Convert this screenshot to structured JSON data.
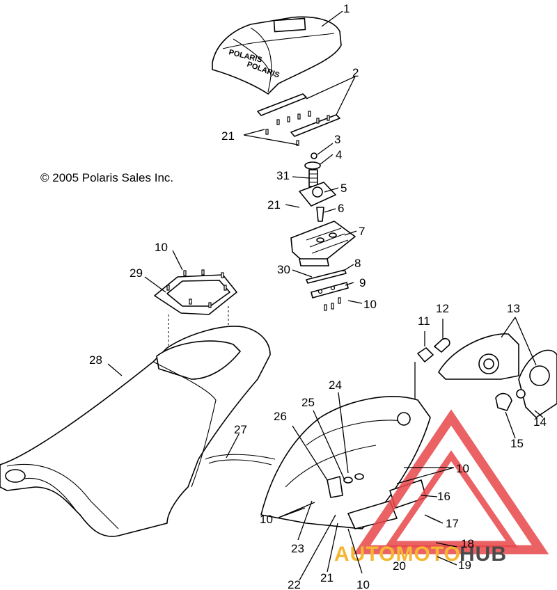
{
  "copyright": "© 2005 Polaris Sales Inc.",
  "cover_brand_text": "POLARIS",
  "watermark": {
    "part1": "AUTOMOTO",
    "part2": "HUB",
    "color_accent": "#f5b631",
    "color_dark": "#4a4a4a",
    "color_triangle": "#e8474a"
  },
  "callouts": [
    {
      "id": "c1",
      "label": "1"
    },
    {
      "id": "c2",
      "label": "2"
    },
    {
      "id": "c21a",
      "label": "21"
    },
    {
      "id": "c3",
      "label": "3"
    },
    {
      "id": "c4",
      "label": "4"
    },
    {
      "id": "c31",
      "label": "31"
    },
    {
      "id": "c5",
      "label": "5"
    },
    {
      "id": "c21b",
      "label": "21"
    },
    {
      "id": "c6",
      "label": "6"
    },
    {
      "id": "c7",
      "label": "7"
    },
    {
      "id": "c30",
      "label": "30"
    },
    {
      "id": "c8",
      "label": "8"
    },
    {
      "id": "c9",
      "label": "9"
    },
    {
      "id": "c10a",
      "label": "10"
    },
    {
      "id": "c10b",
      "label": "10"
    },
    {
      "id": "c29",
      "label": "29"
    },
    {
      "id": "c28",
      "label": "28"
    },
    {
      "id": "c27",
      "label": "27"
    },
    {
      "id": "c11",
      "label": "11"
    },
    {
      "id": "c12",
      "label": "12"
    },
    {
      "id": "c13",
      "label": "13"
    },
    {
      "id": "c14",
      "label": "14"
    },
    {
      "id": "c15",
      "label": "15"
    },
    {
      "id": "c24",
      "label": "24"
    },
    {
      "id": "c25",
      "label": "25"
    },
    {
      "id": "c26",
      "label": "26"
    },
    {
      "id": "c10c",
      "label": "10"
    },
    {
      "id": "c16",
      "label": "16"
    },
    {
      "id": "c17",
      "label": "17"
    },
    {
      "id": "c18",
      "label": "18"
    },
    {
      "id": "c19",
      "label": "19"
    },
    {
      "id": "c20",
      "label": "20"
    },
    {
      "id": "c10d",
      "label": "10"
    },
    {
      "id": "c21c",
      "label": "21"
    },
    {
      "id": "c22",
      "label": "22"
    },
    {
      "id": "c23",
      "label": "23"
    },
    {
      "id": "c10e",
      "label": "10"
    }
  ]
}
